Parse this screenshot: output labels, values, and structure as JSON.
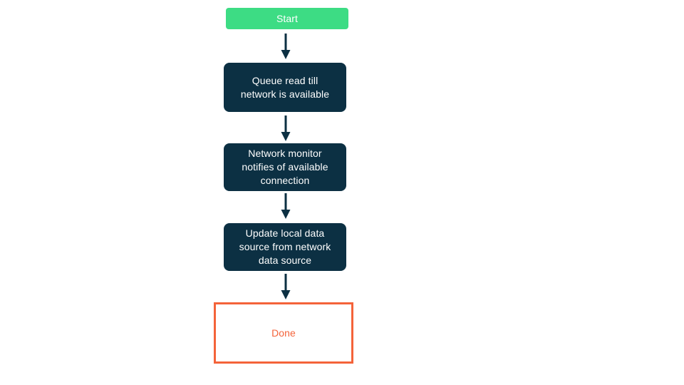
{
  "flowchart": {
    "description": "Vertical flowchart of queued network read process",
    "colors": {
      "start_fill": "#3ddc84",
      "process_fill": "#0c3043",
      "arrow": "#0c3043",
      "end_border": "#f4633a",
      "end_text": "#f4633a",
      "node_text": "#ffffff",
      "background": "#ffffff"
    },
    "nodes": [
      {
        "id": "start",
        "type": "start",
        "label": "Start",
        "lines": [
          "Start"
        ]
      },
      {
        "id": "queue-read",
        "type": "process",
        "label": "Queue read till network is available",
        "lines": [
          "Queue read till",
          "network is available"
        ]
      },
      {
        "id": "network-monitor",
        "type": "process",
        "label": "Network monitor notifies of available connection",
        "lines": [
          "Network monitor",
          "notifies of available",
          "connection"
        ]
      },
      {
        "id": "update-local-data",
        "type": "process",
        "label": "Update local data source from network data source",
        "lines": [
          "Update local data",
          "source from network",
          "data source"
        ]
      },
      {
        "id": "done",
        "type": "end",
        "label": "Done",
        "lines": [
          "Done"
        ]
      }
    ],
    "connections": [
      {
        "from": "start",
        "to": "queue-read"
      },
      {
        "from": "queue-read",
        "to": "network-monitor"
      },
      {
        "from": "network-monitor",
        "to": "update-local-data"
      },
      {
        "from": "update-local-data",
        "to": "done"
      }
    ]
  }
}
